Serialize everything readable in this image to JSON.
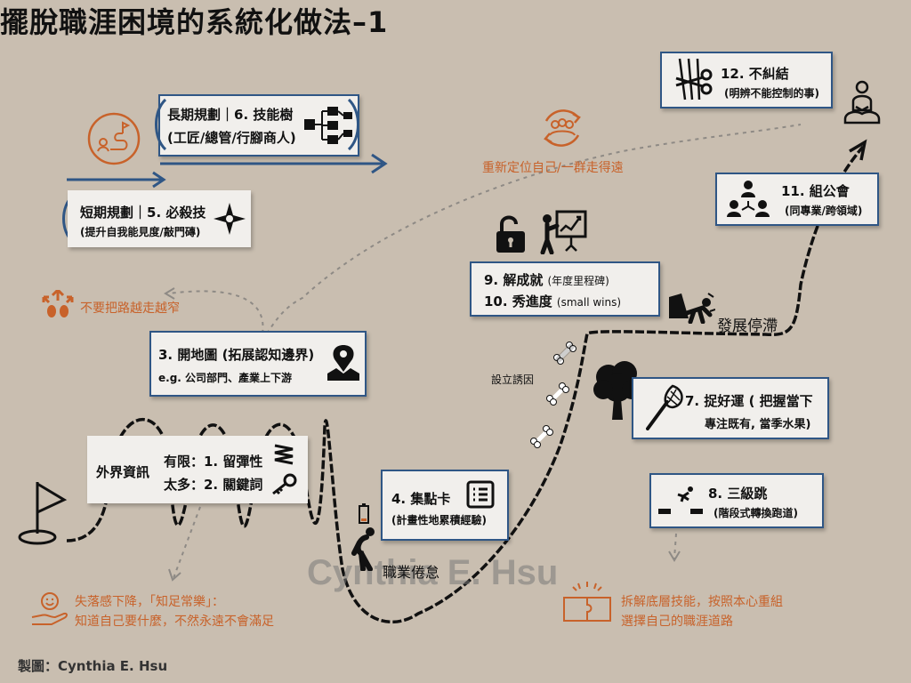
{
  "title": "擺脫職涯困境的系統化做法–1",
  "credit": "製圖：Cynthia E. Hsu",
  "watermark": "Cynthia E. Hsu",
  "cards": {
    "long_term": {
      "line1": "長期規劃｜6. 技能樹",
      "line2": "(工匠/總管/行腳商人)"
    },
    "short_term": {
      "line1": "短期規劃｜5. 必殺技",
      "line2": "(提升自我能見度/敲門磚)"
    },
    "map": {
      "line1": "3. 開地圖 (拓展認知邊界)",
      "line2": "e.g. 公司部門、產業上下游"
    },
    "info": {
      "left": "外界資訊",
      "row1": "有限：1. 留彈性",
      "row2": "太多：2. 關鍵詞"
    },
    "points": {
      "line1": "4. 集點卡",
      "line2": "(計畫性地累積經驗)"
    },
    "achieve": {
      "line1_main": "9.  解成就",
      "line1_sub": "(年度里程碑)",
      "line2_main": "10. 秀進度",
      "line2_sub": "(small wins)"
    },
    "luck": {
      "line1": "7. 捉好運 ( 把握當下",
      "line2": "專注既有, 當季水果)"
    },
    "jump": {
      "line1": "8. 三級跳",
      "line2": "(階段式轉換跑道)"
    },
    "guild": {
      "line1": "11. 組公會",
      "line2": "(同專業/跨領域)"
    },
    "untangle": {
      "line1": "12. 不糾結",
      "line2": "(明辨不能控制的事)"
    }
  },
  "labels": {
    "reposition": "重新定位自己/一群走得遠",
    "narrow_path": "不要把路越走越窄",
    "stagnation": "發展停滯",
    "burnout": "職業倦怠",
    "lure": "設立誘因",
    "loss_line1": "失落感下降，「知足常樂」：",
    "loss_line2": "知道自己要什麼，不然永遠不會滿足",
    "rebuild_line1": "拆解底層技能，按照本心重組",
    "rebuild_line2": "選擇自己的職涯道路"
  },
  "colors": {
    "accent_blue": "#2f5685",
    "accent_orange": "#c8622a",
    "background": "#c9beb0",
    "card": "#f1efec"
  },
  "icons": [
    "flag-icon",
    "spring-icon",
    "key-icon",
    "map-pin-icon",
    "list-icon",
    "tired-person-icon",
    "battery-low-icon",
    "bone-icon",
    "tree-icon",
    "net-icon",
    "unlock-icon",
    "presentation-icon",
    "fall-icon",
    "stairs-icon",
    "team-icon",
    "scissors-icon",
    "buddha-icon",
    "path-planning-icon",
    "group-reset-icon",
    "shuriken-icon",
    "tree-diagram-icon",
    "footprints-icon",
    "smile-hand-icon",
    "puzzle-icon"
  ]
}
